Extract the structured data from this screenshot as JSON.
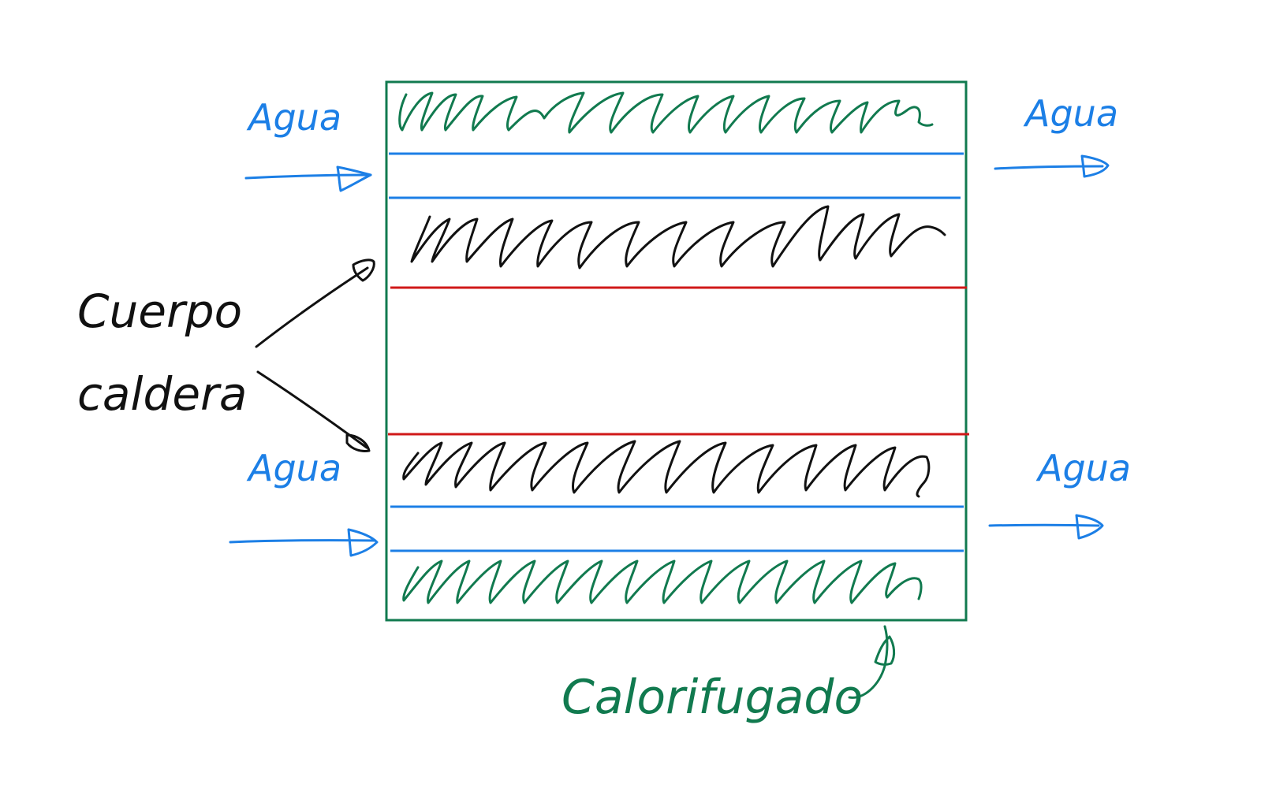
{
  "labels": {
    "water_in_top": "Agua",
    "water_out_top": "Agua",
    "water_in_bottom": "Agua",
    "water_out_bottom": "Agua",
    "boiler_body_line1": "Cuerpo",
    "boiler_body_line2": "caldera",
    "insulation": "Calorifugado"
  },
  "colors": {
    "water": "#1c7fe6",
    "insulation": "#117a4f",
    "boiler_wall": "#d01818",
    "ink": "#111111",
    "frame": "#117a4f"
  }
}
